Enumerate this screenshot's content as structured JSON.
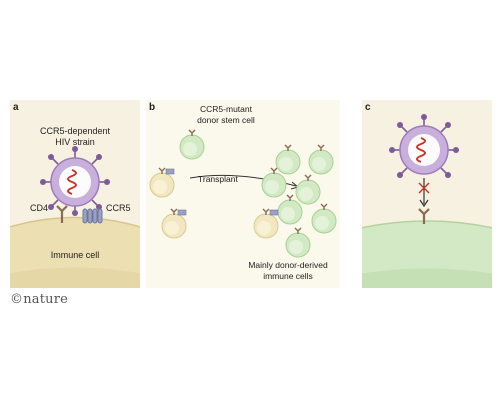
{
  "panels": {
    "a": {
      "label": "a",
      "virus_label": "CCR5-dependent\nHIV strain",
      "cd4": "CD4",
      "ccr5": "CCR5",
      "cell": "Immune cell"
    },
    "b": {
      "label": "b",
      "donor_label": "CCR5-mutant\ndonor stem cell",
      "arrow_label": "Transplant",
      "result_label": "Mainly donor-derived\nimmune cells"
    },
    "c": {
      "label": "c"
    }
  },
  "brand": "©nature",
  "colors": {
    "panel_bg": "#f6f1e0",
    "cell_tan": "#e8dcae",
    "cell_green": "#cfe8c0",
    "virus_purple": "#b79ad0",
    "spike_purple": "#7e5a9a",
    "rna_red": "#c8362a",
    "receptor_brown": "#8a6b52",
    "ccr5_blue": "#7d86a8"
  }
}
